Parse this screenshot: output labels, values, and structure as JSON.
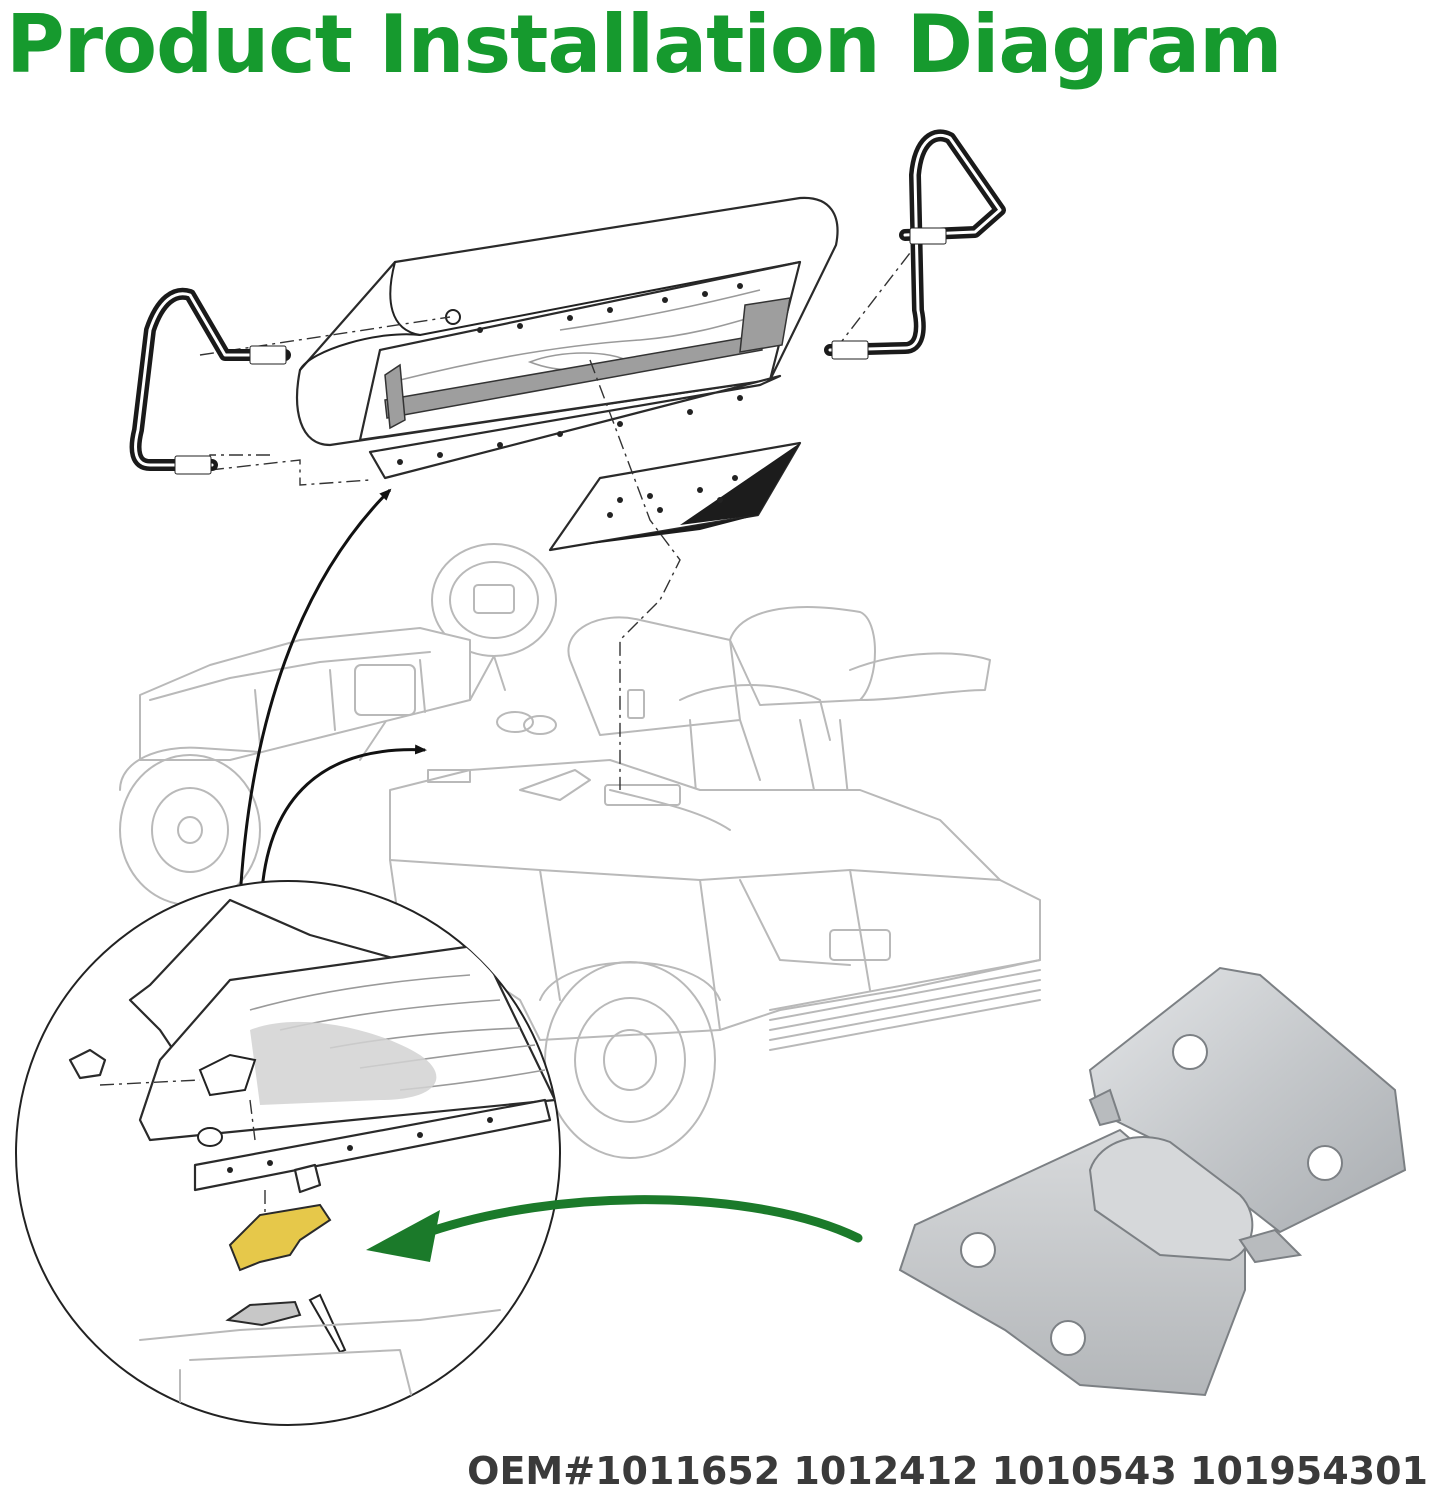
{
  "title": "Product Installation Diagram",
  "oem_text": "OEM#1011652 1012412 1010543 101954301",
  "colors": {
    "title": "#169a2e",
    "oem_text": "#3a3a3a",
    "callout_arrow": "#1b7a2a",
    "highlight_part": "#e6c84a",
    "metal_part": "#c9cbcd"
  },
  "icons": {
    "seat_assembly": "seat-cushion-with-armrests",
    "golf_cart": "golf-cart-line-drawing",
    "detail_callout": "seat-hinge-detail-circle",
    "hinge_photo": "stainless-seat-hinge-plate"
  }
}
